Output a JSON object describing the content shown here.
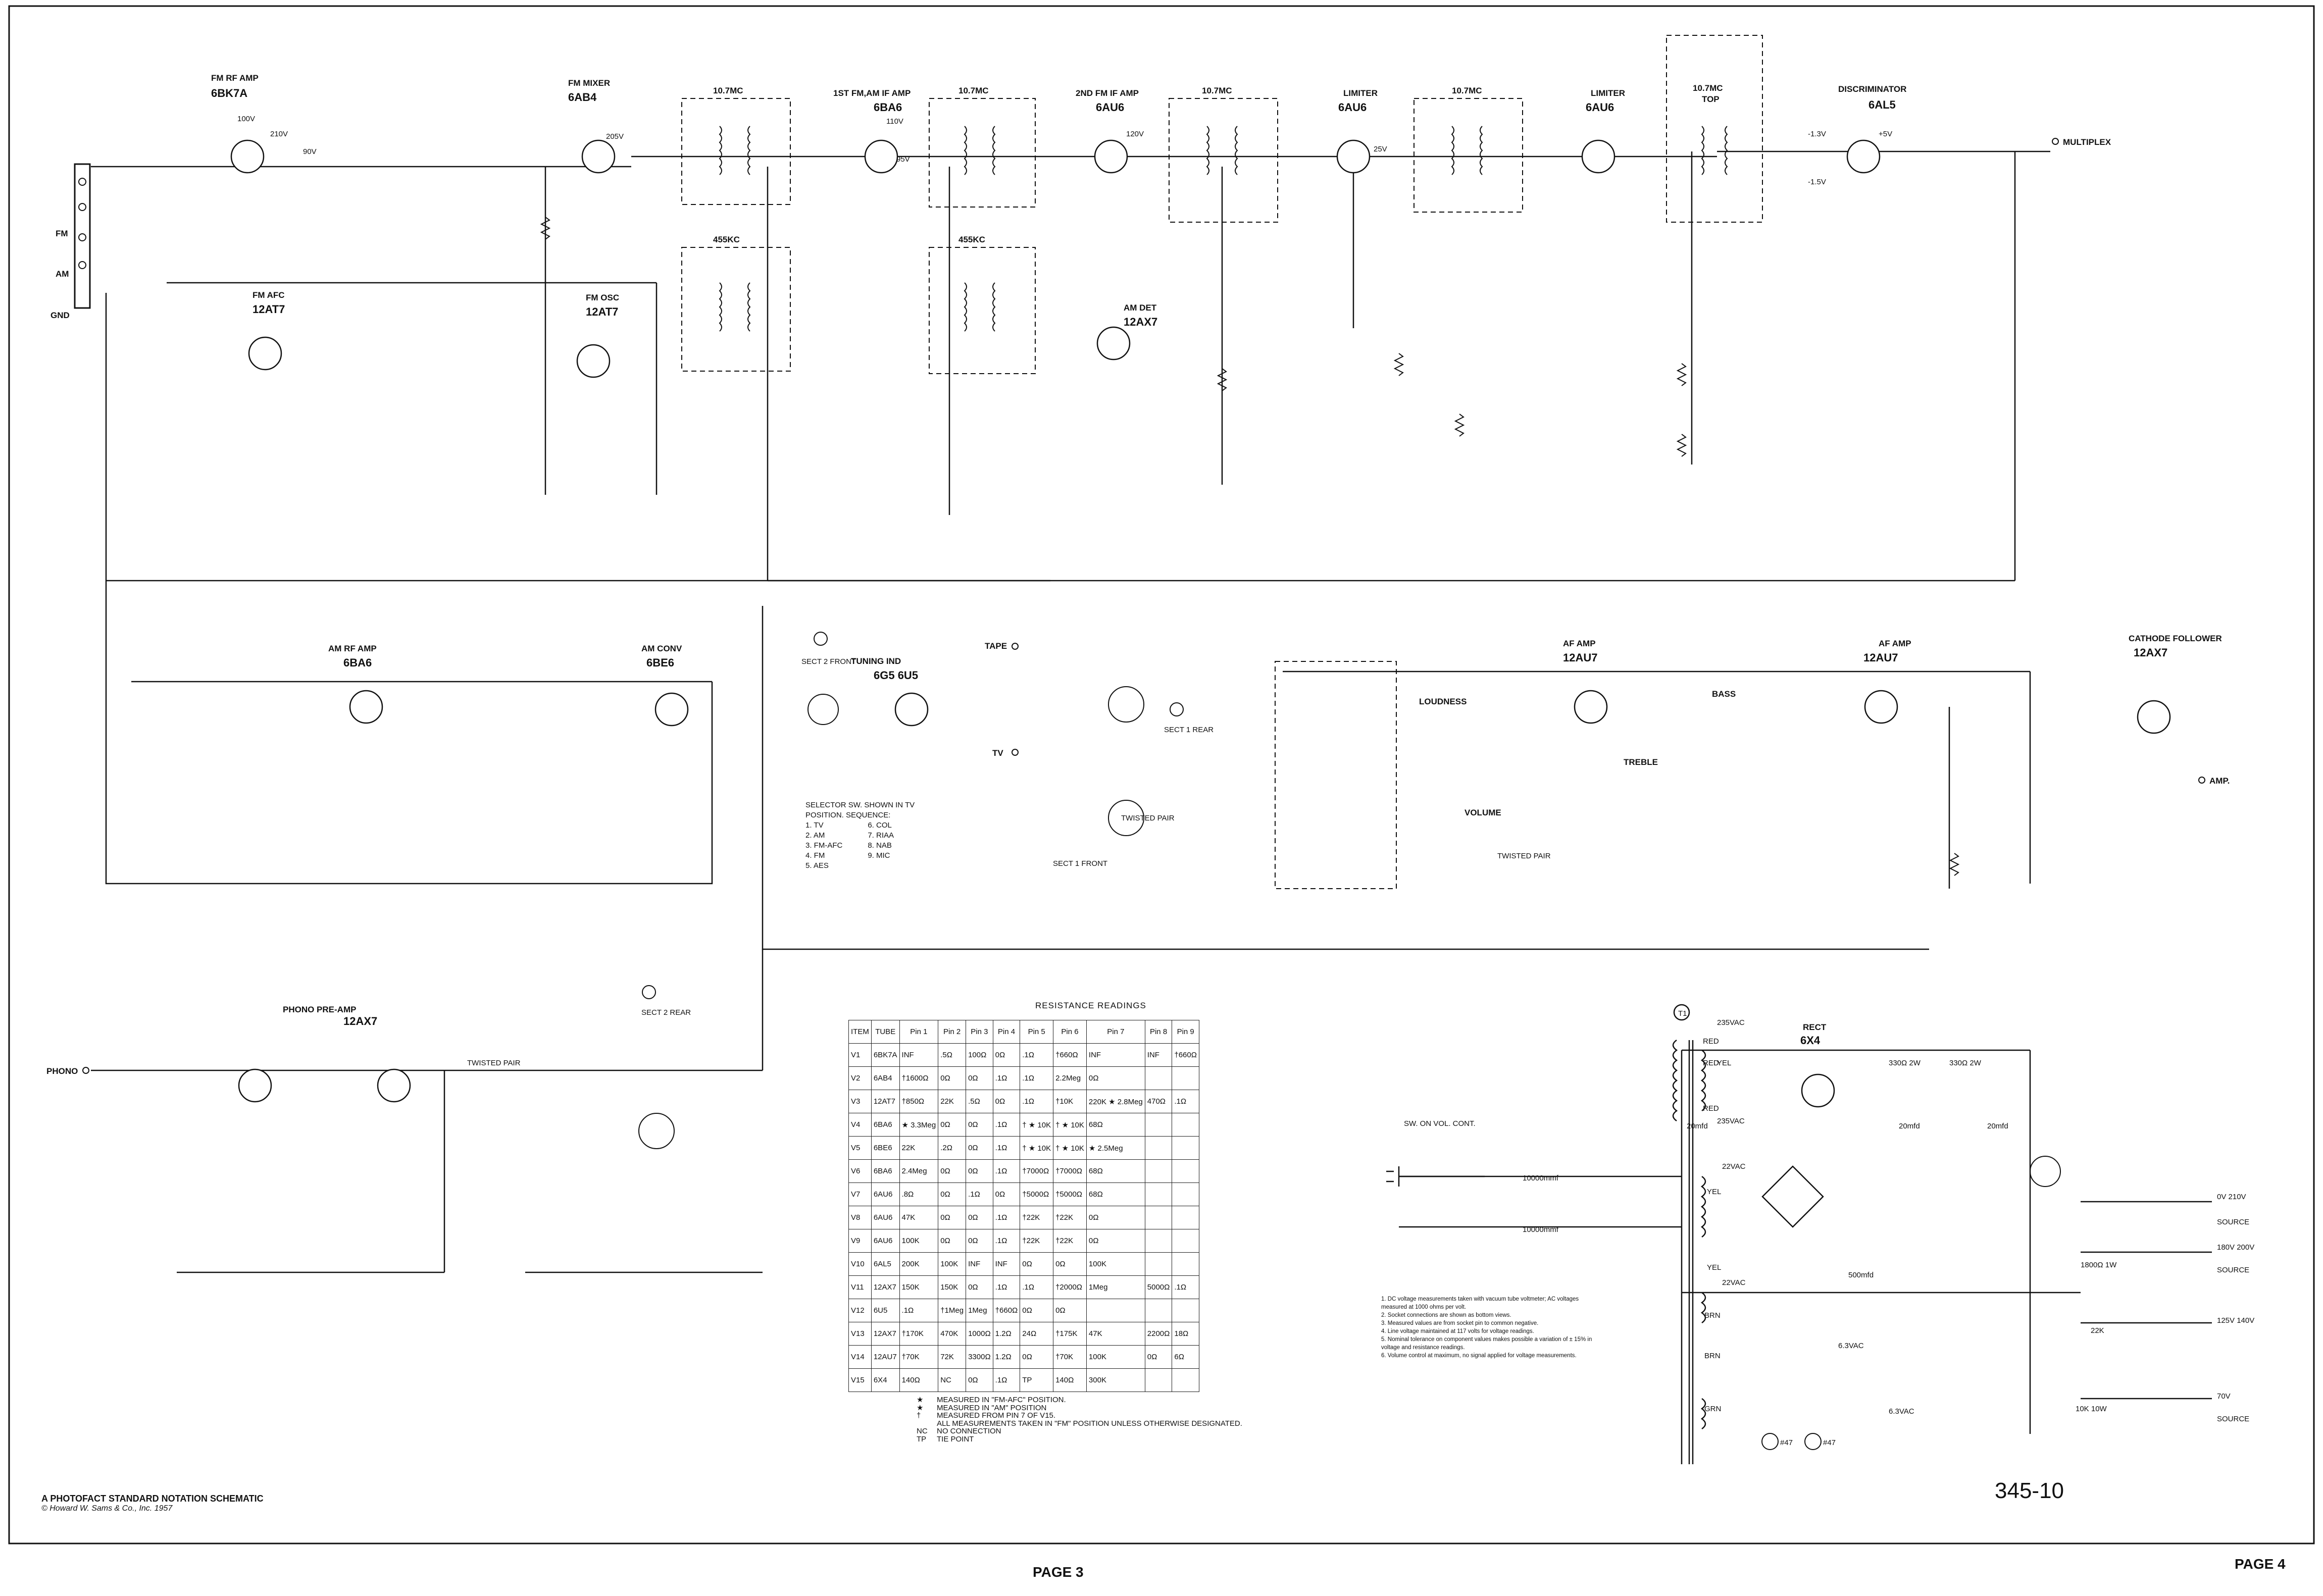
{
  "schematic": {
    "tubes": [
      {
        "id": "V1",
        "type": "6BK7A",
        "function": "FM RF AMP"
      },
      {
        "id": "V2",
        "type": "6AB4",
        "function": "FM MIXER"
      },
      {
        "id": "V3 B",
        "type": "12AT7",
        "function": "FM AFC"
      },
      {
        "id": "V3 A",
        "type": "12AT7",
        "function": "FM OSC"
      },
      {
        "id": "V6",
        "type": "6BA6",
        "function": "1ST FM,AM IF AMP"
      },
      {
        "id": "V7",
        "type": "6AU6",
        "function": "2ND FM IF AMP"
      },
      {
        "id": "V8",
        "type": "6AU6",
        "function": "LIMITER"
      },
      {
        "id": "V9",
        "type": "6AU6",
        "function": "LIMITER"
      },
      {
        "id": "V10",
        "type": "6AL5",
        "function": "DISCRIMINATOR"
      },
      {
        "id": "V11 A",
        "type": "12AX7",
        "function": "AM DET"
      },
      {
        "id": "V4",
        "type": "6BA6",
        "function": "AM RF AMP"
      },
      {
        "id": "V5",
        "type": "6BE6",
        "function": "AM CONV"
      },
      {
        "id": "V12",
        "type": "6G5 6U5",
        "function": "TUNING IND"
      },
      {
        "id": "V14 A",
        "type": "12AU7",
        "function": "AF AMP"
      },
      {
        "id": "V14 B",
        "type": "12AU7",
        "function": "AF AMP"
      },
      {
        "id": "V11 B",
        "type": "12AX7",
        "function": "CATHODE FOLLOWER"
      },
      {
        "id": "V13",
        "type": "12AX7",
        "function": "PHONO PRE-AMP"
      },
      {
        "id": "V15",
        "type": "6X4",
        "function": "RECT"
      }
    ],
    "if_cans": [
      "10.7MC",
      "10.7MC",
      "10.7MC",
      "10.7MC",
      "10.7MC",
      "455KC",
      "455KC"
    ],
    "if_top_label": "TOP",
    "antenna_terminals": [
      "FM",
      "AM",
      "GND"
    ],
    "inputs": {
      "tape": "TAPE",
      "tv": "TV",
      "phono": "PHONO"
    },
    "outputs": {
      "multiplex": "MULTIPLEX",
      "amp": "AMP."
    },
    "controls": {
      "loudness": "LOUDNESS",
      "volume": "VOLUME",
      "bass": "BASS",
      "treble": "TREBLE"
    },
    "switch_sections": {
      "m5_sect2_front": "SECT 2 FRONT",
      "m5_sect1_rear": "SECT 1 REAR",
      "m5_sect1_front": "SECT 1 FRONT",
      "m5_sect2_rear": "SECT 2 REAR",
      "power_switch": "SW. ON VOL. CONT.",
      "twisted_pair": "TWISTED PAIR"
    },
    "voltages_top": [
      "100V",
      "210V",
      "90V",
      "205V",
      "110V",
      "95V",
      "120V",
      "25V",
      "-1.3V",
      "+5V",
      "-1.5V"
    ],
    "power_supply": {
      "transformer": "T1",
      "taps": [
        "235VAC",
        "235VAC",
        "22VAC",
        "22VAC",
        "6.3VAC",
        "6.3VAC"
      ],
      "wire_colors": [
        "RED",
        "RED",
        "YEL",
        "RED",
        "YEL",
        "YEL",
        "BRN",
        "BRN",
        "GRN"
      ],
      "rectifier": "6X4",
      "resistors": [
        "330Ω 2W",
        "330Ω 2W",
        "1800Ω 1W",
        "22K",
        "10K 10W"
      ],
      "source_labels": [
        {
          "volts": "0V 210V",
          "label": "SOURCE"
        },
        {
          "volts": "180V 200V",
          "label": "SOURCE"
        },
        {
          "volts": "125V 140V",
          "label": ""
        },
        {
          "volts": "70V",
          "label": "SOURCE"
        }
      ],
      "pilot_lamps": [
        "#47",
        "#47"
      ],
      "caps": [
        "20mfd",
        "20mfd",
        "20mfd",
        "500mfd",
        "10000mmf",
        "10000mmf"
      ]
    },
    "selector_note": {
      "heading": "SELECTOR SW. SHOWN IN TV POSITION. SEQUENCE:",
      "items": [
        "1. TV",
        "2. AM",
        "3. FM-AFC",
        "4. FM",
        "5. AES",
        "6. COL",
        "7. RIAA",
        "8. NAB",
        "9. MIC"
      ]
    }
  },
  "resistance_table": {
    "title": "RESISTANCE READINGS",
    "headers": [
      "ITEM",
      "TUBE",
      "Pin 1",
      "Pin 2",
      "Pin 3",
      "Pin 4",
      "Pin 5",
      "Pin 6",
      "Pin 7",
      "Pin 8",
      "Pin 9"
    ],
    "rows": [
      [
        "V1",
        "6BK7A",
        "INF",
        ".5Ω",
        "100Ω",
        "0Ω",
        ".1Ω",
        "†660Ω",
        "INF",
        "INF",
        "†660Ω"
      ],
      [
        "V2",
        "6AB4",
        "†1600Ω",
        "0Ω",
        "0Ω",
        ".1Ω",
        ".1Ω",
        "2.2Meg",
        "0Ω",
        "",
        ""
      ],
      [
        "V3",
        "12AT7",
        "†850Ω",
        "22K",
        ".5Ω",
        "0Ω",
        ".1Ω",
        "†10K",
        "220K ★ 2.8Meg",
        "470Ω",
        ".1Ω"
      ],
      [
        "V4",
        "6BA6",
        "★ 3.3Meg",
        "0Ω",
        "0Ω",
        ".1Ω",
        "† ★ 10K",
        "† ★ 10K",
        "68Ω",
        "",
        ""
      ],
      [
        "V5",
        "6BE6",
        "22K",
        ".2Ω",
        "0Ω",
        ".1Ω",
        "† ★ 10K",
        "† ★ 10K",
        "★ 2.5Meg",
        "",
        ""
      ],
      [
        "V6",
        "6BA6",
        "2.4Meg",
        "0Ω",
        "0Ω",
        ".1Ω",
        "†7000Ω",
        "†7000Ω",
        "68Ω",
        "",
        ""
      ],
      [
        "V7",
        "6AU6",
        ".8Ω",
        "0Ω",
        ".1Ω",
        "0Ω",
        "†5000Ω",
        "†5000Ω",
        "68Ω",
        "",
        ""
      ],
      [
        "V8",
        "6AU6",
        "47K",
        "0Ω",
        "0Ω",
        ".1Ω",
        "†22K",
        "†22K",
        "0Ω",
        "",
        ""
      ],
      [
        "V9",
        "6AU6",
        "100K",
        "0Ω",
        "0Ω",
        ".1Ω",
        "†22K",
        "†22K",
        "0Ω",
        "",
        ""
      ],
      [
        "V10",
        "6AL5",
        "200K",
        "100K",
        "INF",
        "INF",
        "0Ω",
        "0Ω",
        "100K",
        "",
        ""
      ],
      [
        "V11",
        "12AX7",
        "150K",
        "150K",
        "0Ω",
        ".1Ω",
        ".1Ω",
        "†2000Ω",
        "1Meg",
        "5000Ω",
        ".1Ω"
      ],
      [
        "V12",
        "6U5",
        ".1Ω",
        "†1Meg",
        "1Meg",
        "†660Ω",
        "0Ω",
        "0Ω",
        "",
        "",
        ""
      ],
      [
        "V13",
        "12AX7",
        "†170K",
        "470K",
        "1000Ω",
        "1.2Ω",
        "24Ω",
        "†175K",
        "47K",
        "2200Ω",
        "18Ω"
      ],
      [
        "V14",
        "12AU7",
        "†70K",
        "72K",
        "3300Ω",
        "1.2Ω",
        "0Ω",
        "†70K",
        "100K",
        "0Ω",
        "6Ω"
      ],
      [
        "V15",
        "6X4",
        "140Ω",
        "NC",
        "0Ω",
        ".1Ω",
        "TP",
        "140Ω",
        "300K",
        "",
        ""
      ]
    ],
    "legend": [
      {
        "sym": "★",
        "text": "MEASURED IN \"FM-AFC\" POSITION."
      },
      {
        "sym": "★",
        "text": "MEASURED IN \"AM\" POSITION"
      },
      {
        "sym": "†",
        "text": "MEASURED FROM PIN 7 OF V15."
      },
      {
        "sym": "",
        "text": "ALL MEASUREMENTS TAKEN IN \"FM\" POSITION UNLESS OTHERWISE DESIGNATED."
      },
      {
        "sym": "NC",
        "text": "NO CONNECTION"
      },
      {
        "sym": "TP",
        "text": "TIE POINT"
      }
    ]
  },
  "notes": [
    "1. DC voltage measurements taken with vacuum tube voltmeter; AC voltages measured at 1000 ohms per volt.",
    "2. Socket connections are shown as bottom views.",
    "3. Measured values are from socket pin to common negative.",
    "4. Line voltage maintained at 117 volts for voltage readings.",
    "5. Nominal tolerance on component values makes possible a variation of ± 15% in voltage and resistance readings.",
    "6. Volume control at maximum, no signal applied for voltage measurements."
  ],
  "footer": {
    "line1": "A PHOTOFACT STANDARD NOTATION SCHEMATIC",
    "line2": "© Howard W. Sams & Co., Inc. 1957",
    "drawing_number": "345-10",
    "page_left": "PAGE 3",
    "page_right": "PAGE 4"
  }
}
